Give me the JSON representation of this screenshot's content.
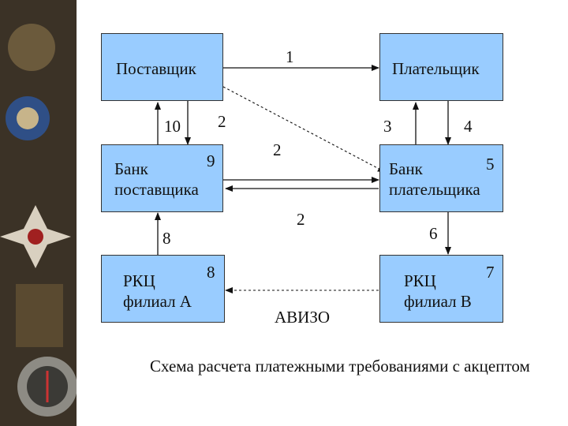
{
  "nodes": {
    "supplier": "Поставщик",
    "payer": "Плательщик",
    "supplier_bank_line1": "Банк",
    "supplier_bank_line2": "поставщика",
    "payer_bank_line1": "Банк",
    "payer_bank_line2": "плательщика",
    "rkc_a_line1": "РКЦ",
    "rkc_a_line2": "филиал А",
    "rkc_b_line1": "РКЦ",
    "rkc_b_line2": "филиал В"
  },
  "edge_labels": {
    "e1": "1",
    "e2a": "2",
    "e2b": "2",
    "e2c": "2",
    "e3": "3",
    "e4": "4",
    "e5": "5",
    "e6": "6",
    "e7": "7",
    "e8a": "8",
    "e8b": "8",
    "e9": "9",
    "e10": "10"
  },
  "aviso": "АВИЗО",
  "caption": "Схема расчета платежными требованиями с акцептом"
}
